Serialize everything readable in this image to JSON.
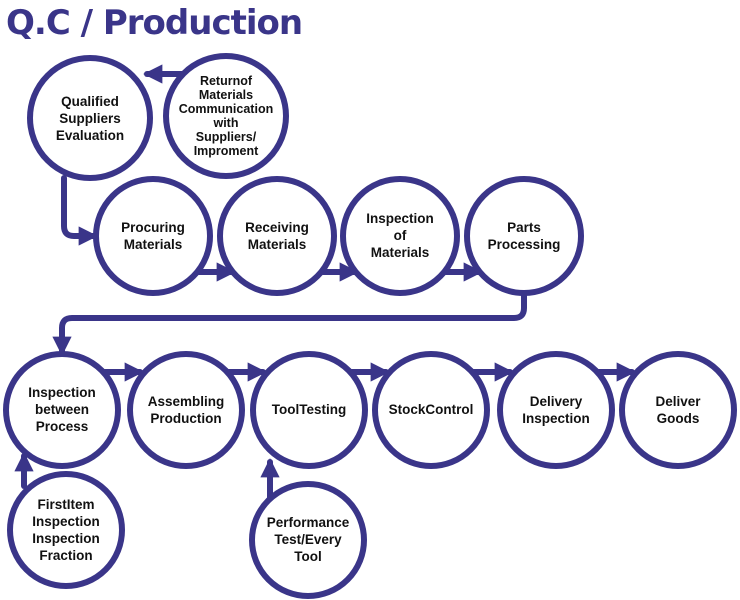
{
  "title": "Q.C / Production",
  "colors": {
    "primary": "#3a3589",
    "node_fill": "#ffffff",
    "text": "#111111"
  },
  "nodes": {
    "qualified_suppliers": {
      "label": "Qualified\nSuppliers\nEvaluation"
    },
    "return_materials": {
      "label": "Returnof\nMaterials\nCommunication\nwith\nSuppliers/\nImproment"
    },
    "procuring_materials": {
      "label": "Procuring\nMaterials"
    },
    "receiving_materials": {
      "label": "Receiving\nMaterials"
    },
    "inspection_of_materials": {
      "label": "Inspection\nof\nMaterials"
    },
    "parts_processing": {
      "label": "Parts\nProcessing"
    },
    "inspection_between_process": {
      "label": "Inspection\nbetween\nProcess"
    },
    "assembling_production": {
      "label": "Assembling\nProduction"
    },
    "tool_testing": {
      "label": "ToolTesting"
    },
    "stock_control": {
      "label": "StockControl"
    },
    "delivery_inspection": {
      "label": "Delivery\nInspection"
    },
    "deliver_goods": {
      "label": "Deliver\nGoods"
    },
    "first_item_inspection": {
      "label": "FirstItem\nInspection\nInspection\nFraction"
    },
    "performance_test": {
      "label": "Performance\nTest/Every\nTool"
    }
  },
  "edges": [
    {
      "from": "return_materials",
      "to": "qualified_suppliers"
    },
    {
      "from": "qualified_suppliers",
      "to": "procuring_materials"
    },
    {
      "from": "procuring_materials",
      "to": "receiving_materials"
    },
    {
      "from": "receiving_materials",
      "to": "inspection_of_materials"
    },
    {
      "from": "inspection_of_materials",
      "to": "parts_processing"
    },
    {
      "from": "parts_processing",
      "to": "inspection_between_process"
    },
    {
      "from": "inspection_between_process",
      "to": "assembling_production"
    },
    {
      "from": "assembling_production",
      "to": "tool_testing"
    },
    {
      "from": "tool_testing",
      "to": "stock_control"
    },
    {
      "from": "stock_control",
      "to": "delivery_inspection"
    },
    {
      "from": "delivery_inspection",
      "to": "deliver_goods"
    },
    {
      "from": "first_item_inspection",
      "to": "inspection_between_process"
    },
    {
      "from": "performance_test",
      "to": "tool_testing"
    }
  ]
}
